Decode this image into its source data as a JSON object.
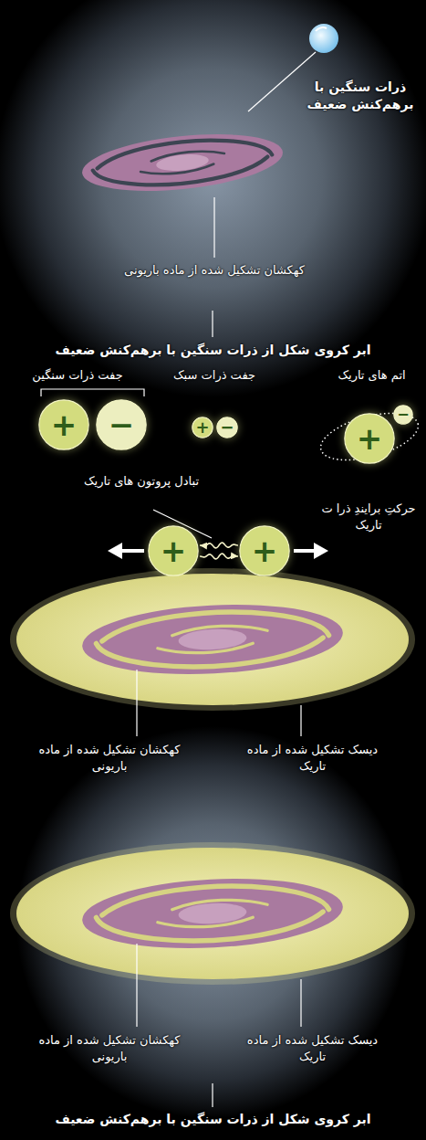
{
  "diagram": {
    "nodes": [
      {
        "text": [
          "+"
        ]
      },
      {
        "text": [
          "−"
        ]
      },
      {
        "text": [
          "+"
        ]
      },
      {
        "text": [
          "−"
        ]
      },
      {
        "text": [
          "+"
        ]
      },
      {
        "text": [
          "−"
        ]
      },
      {
        "text": [
          "+"
        ]
      },
      {
        "text": [
          "+"
        ]
      }
    ],
    "edges": [
      {
        "from": 6,
        "to": 7,
        "arrow": "to"
      },
      {
        "from": 7,
        "to": 6,
        "arrow": "to"
      }
    ],
    "labels": [
      "ذرات سنگین با برهم‌کنش ضعیف",
      "کهکشان تشکیل شده از ماده باریونی",
      "ابر کروی شکل از ذرات سنگین با برهم‌کنش ضعیف",
      "جفت ذرات سنگین",
      "جفت ذرات سبک",
      "اتم های تاریک",
      "تبادل پروتون های تاریک",
      "حرکتِ برایندِ ذرا ت تاریک",
      "کهکشان تشکیل شده از ماده باریونی",
      "دیسک تشکیل شده از ماده تاریک",
      "کهکشان تشکیل شده از ماده باریونی",
      "دیسک تشکیل شده از ماده تاریک",
      "ابر کروی شکل از ذرات سنگین با برهم‌کنش ضعیف"
    ]
  }
}
